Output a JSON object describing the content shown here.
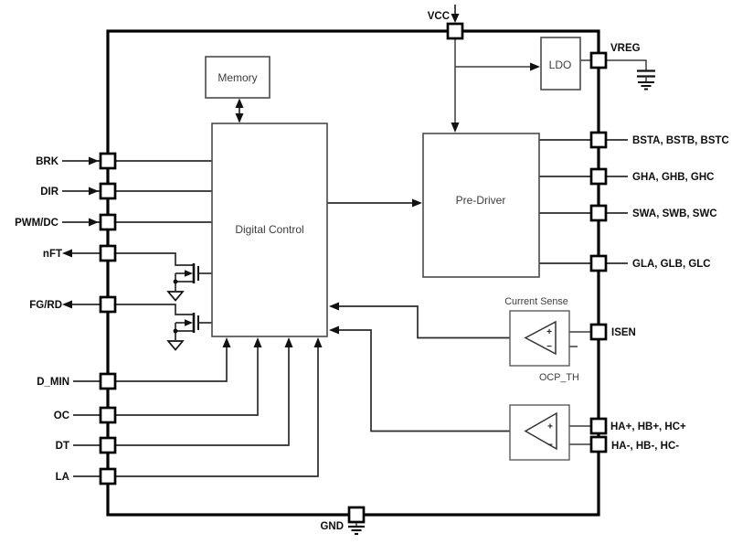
{
  "diagram": {
    "blocks": {
      "memory": "Memory",
      "digital_control": "Digital Control",
      "pre_driver": "Pre-Driver",
      "ldo": "LDO",
      "current_sense_title": "Current Sense",
      "ocp_th": "OCP_TH"
    },
    "comparator": {
      "plus": "+",
      "minus": "−"
    },
    "pins": {
      "top": [
        {
          "label": "VCC"
        }
      ],
      "bottom": [
        {
          "label": "GND"
        }
      ],
      "left": [
        {
          "label": "BRK"
        },
        {
          "label": "DIR"
        },
        {
          "label": "PWM/DC"
        },
        {
          "label": "nFT"
        },
        {
          "label": "FG/RD"
        },
        {
          "label": "D_MIN"
        },
        {
          "label": "OC"
        },
        {
          "label": "DT"
        },
        {
          "label": "LA"
        }
      ],
      "right": [
        {
          "label": "VREG"
        },
        {
          "label": "BSTA, BSTB, BSTC"
        },
        {
          "label": "GHA, GHB, GHC"
        },
        {
          "label": "SWA, SWB, SWC"
        },
        {
          "label": "GLA, GLB, GLC"
        },
        {
          "label": "ISEN"
        },
        {
          "label": "HA+, HB+, HC+"
        },
        {
          "label": "HA-, HB-, HC-"
        }
      ]
    },
    "colors": {
      "background": "#ffffff",
      "line": "#231f20"
    }
  }
}
